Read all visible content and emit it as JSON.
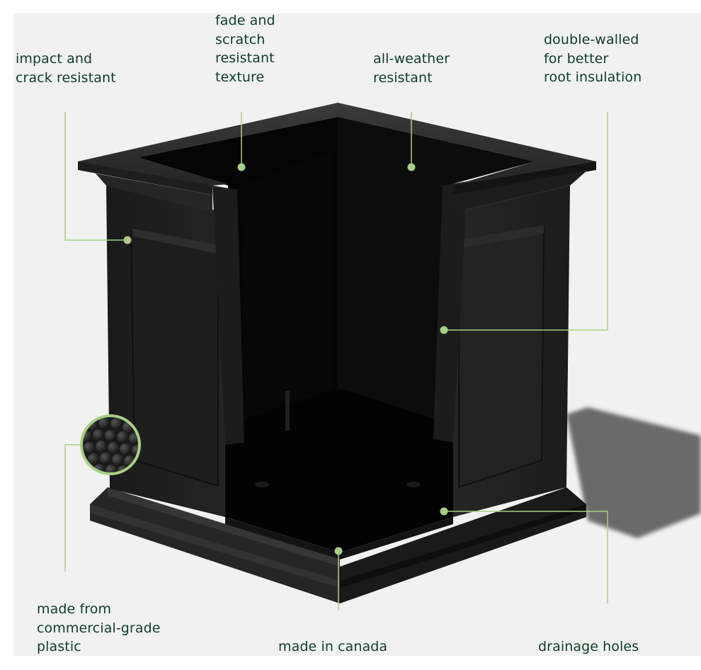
{
  "colors": {
    "background": "#f1f1f1",
    "outer_background": "#ffffff",
    "text": "#0f3d24",
    "leader": "#a8cf86",
    "planter": "#1b1b1b",
    "planter_interior": "#050505",
    "shadow": "#6a6a6a"
  },
  "subject": "black square planter cross-section (cutaway corner)",
  "callouts": [
    {
      "id": "impact",
      "lines": "impact and\ncrack resistant",
      "target": "outer wall panel"
    },
    {
      "id": "fade",
      "lines": "fade and\nscratch\nresistant\ntexture",
      "target": "inner left wall"
    },
    {
      "id": "weather",
      "lines": "all-weather\nresistant",
      "target": "inner back wall"
    },
    {
      "id": "double_walled",
      "lines": "double-walled\nfor better\nroot insulation",
      "target": "cavity between walls"
    },
    {
      "id": "plastic",
      "lines": "made from\ncommercial-grade\nplastic",
      "target": "plastic pellet inset"
    },
    {
      "id": "canada",
      "lines": "made in canada",
      "target": "base front corner"
    },
    {
      "id": "drainage",
      "lines": "drainage holes",
      "target": "floor near drain holes"
    }
  ],
  "inset": {
    "name": "plastic-pellets-closeup",
    "shape": "circle"
  }
}
